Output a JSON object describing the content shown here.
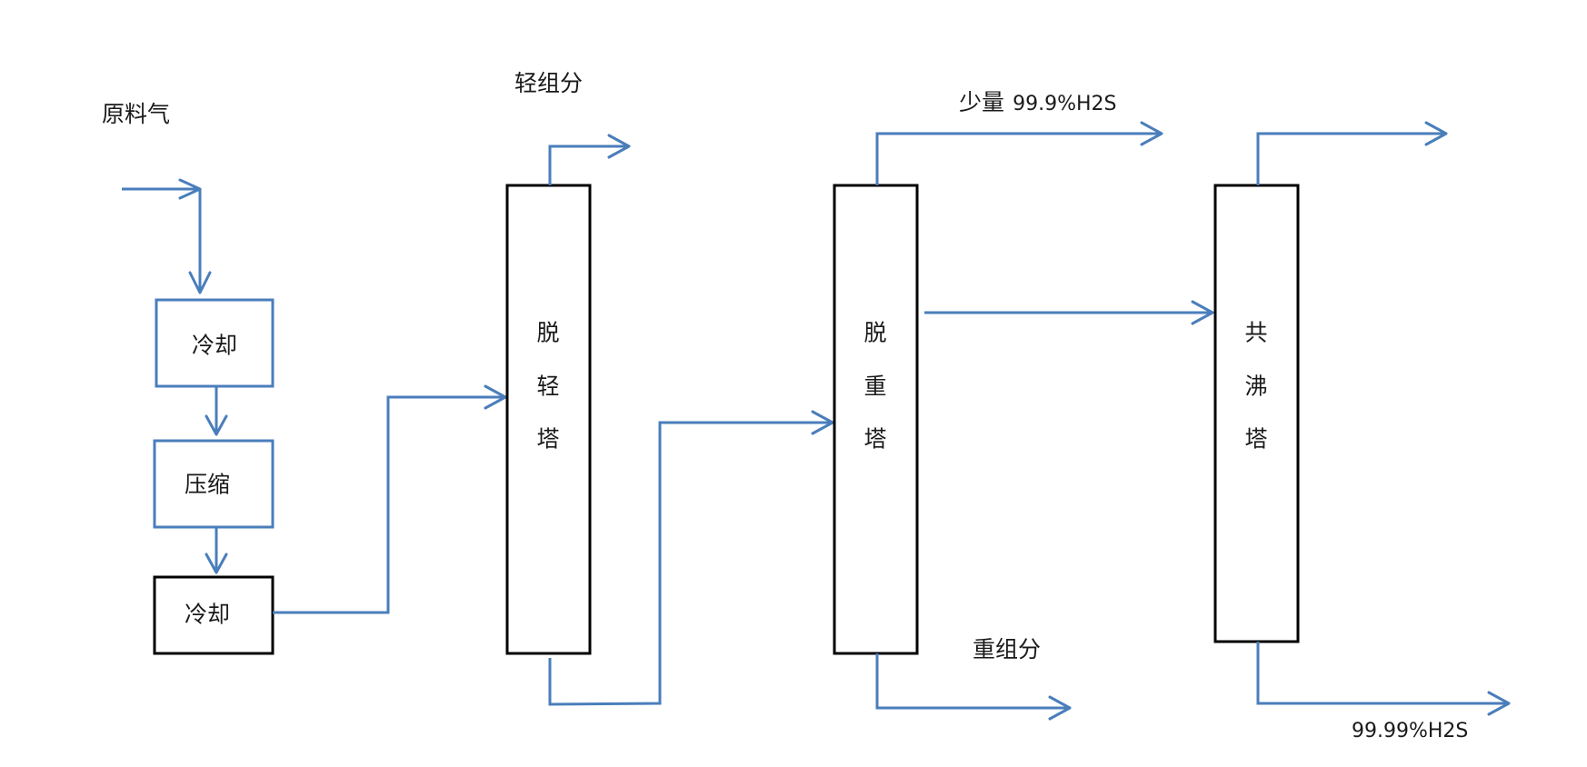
{
  "diagram": {
    "feed_label": "原料气",
    "units": {
      "cooling_1": "冷却",
      "compression": "压缩",
      "cooling_2": "冷却"
    },
    "columns": {
      "light_removal": [
        "脱",
        "轻",
        "塔"
      ],
      "heavy_removal": [
        "脱",
        "重",
        "塔"
      ],
      "azeotropic": [
        "共",
        "沸",
        "塔"
      ]
    },
    "streams": {
      "light_components": "轻组分",
      "small_amount_prefix": "少量",
      "small_amount_product": "99.9%H2S",
      "heavy_components": "重组分",
      "final_product": "99.99%H2S"
    },
    "colors": {
      "flow": "#4a7ebb",
      "box_outline_black": "#000000"
    }
  }
}
